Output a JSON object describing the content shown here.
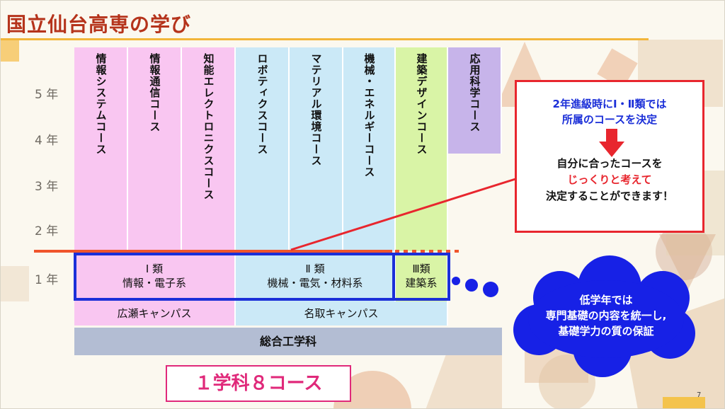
{
  "title": "国立仙台高専の学び",
  "years": [
    "5 年",
    "4 年",
    "3 年",
    "2 年",
    "1 年"
  ],
  "courses": [
    {
      "label": "情報システムコース",
      "color": "#f9c6f1"
    },
    {
      "label": "情報通信コース",
      "color": "#f9c6f1"
    },
    {
      "label": "知能エレクトロニクスコース",
      "color": "#f9c6f1"
    },
    {
      "label": "ロボティクスコース",
      "color": "#cbe9f7"
    },
    {
      "label": "マテリアル環境コース",
      "color": "#cbe9f7"
    },
    {
      "label": "機械・エネルギーコース",
      "color": "#cbe9f7"
    },
    {
      "label": "建築デザインコース",
      "color": "#d9f4a6"
    },
    {
      "label": "応用科学コース",
      "color": "#c7b4ea"
    }
  ],
  "first_year_groups": [
    {
      "name": "Ⅰ 類",
      "field": "情報・電子系"
    },
    {
      "name": "Ⅱ 類",
      "field": "機械・電気・材料系"
    },
    {
      "name": "Ⅲ類",
      "field": "建築系"
    }
  ],
  "campuses": [
    "広瀬キャンパス",
    "名取キャンパス"
  ],
  "department": "総合工学科",
  "badge": "１学科８コース",
  "callout": {
    "line1": "2年進級時にⅠ・Ⅱ類では",
    "line2": "所属のコースを決定",
    "line3": "自分に合ったコースを",
    "line4": "じっくりと考えて",
    "line5": "決定することができます！"
  },
  "bubble": {
    "line1": "低学年では",
    "line2": "専門基礎の内容を統一し,",
    "line3": "基礎学力の質の保証"
  },
  "page_number": "7",
  "colors": {
    "title": "#b5331b",
    "accent_line": "#f2b53a",
    "frame_blue": "#1b2fd8",
    "callout_red": "#e8262e",
    "badge_pink": "#e0297a",
    "bubble_blue": "#1721e6"
  }
}
